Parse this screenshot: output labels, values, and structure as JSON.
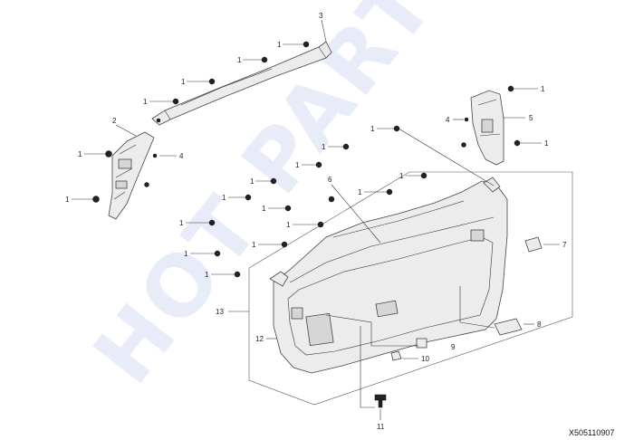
{
  "watermark": "HOT PARTS",
  "drawing_code": "X505110907",
  "callouts": {
    "c1": "1",
    "c2": "2",
    "c3": "3",
    "c4": "4",
    "c5": "5",
    "c6": "6",
    "c7": "7",
    "c8": "8",
    "c9": "9",
    "c10": "10",
    "c11": "11",
    "c12": "12",
    "c13": "13"
  }
}
